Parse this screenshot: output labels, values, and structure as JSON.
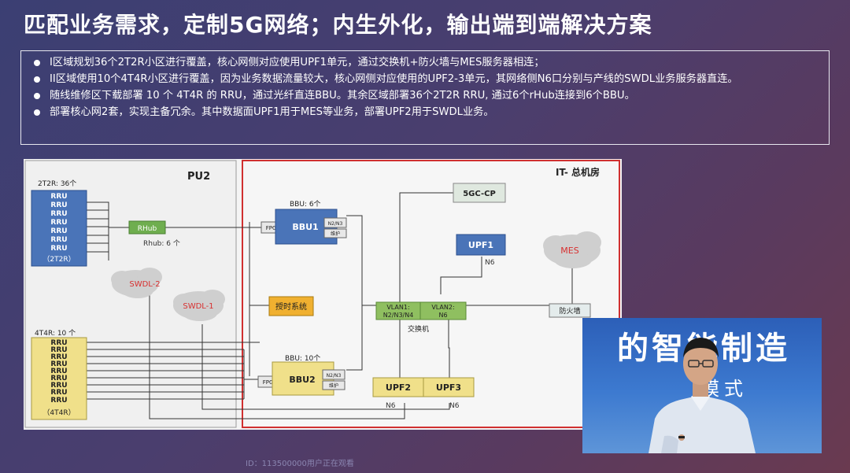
{
  "title": "匹配业务需求，定制5G网络；内生外化，输出端到端解决方案",
  "bullets": [
    "I区域规划36个2T2R小区进行覆盖，核心网侧对应使用UPF1单元，通过交换机+防火墙与MES服务器相连；",
    "II区域使用10个4T4R小区进行覆盖，因为业务数据流量较大，核心网侧对应使用的UPF2-3单元，其网络侧N6口分别与产线的SWDL业务服务器直连。",
    "随线维修区下载部署 10 个 4T4R 的 RRU，通过光纤直连BBU。其余区域部署36个2T2R RRU, 通过6个rHub连接到6个BBU。",
    "部署核心网2套，实现主备冗余。其中数据面UPF1用于MES等业务，部署UPF2用于SWDL业务。"
  ],
  "diagram": {
    "pu2_label": "PU2",
    "it_label": "IT- 总机房",
    "rru_2t2r_header": "2T2R: 36个",
    "rru_2t2r_items": [
      "RRU",
      "RRU",
      "RRU",
      "RRU",
      "RRU",
      "RRU",
      "RRU"
    ],
    "rru_2t2r_footer": "（2T2R）",
    "rru_4t4r_header": "4T4R: 10 个",
    "rru_4t4r_items": [
      "RRU",
      "RRU",
      "RRU",
      "RRU",
      "RRU",
      "RRU",
      "RRU",
      "RRU",
      "RRU"
    ],
    "rru_4t4r_footer": "（4T4R）",
    "rhub_label": "RHub",
    "rhub_count": "Rhub: 6 个",
    "swdl2": "SWDL-2",
    "swdl1": "SWDL-1",
    "bbu1_count": "BBU: 6个",
    "bbu1_label": "BBU1",
    "bbu1_fpga": "FPGA",
    "bbu1_n2n3": "N2/N3",
    "bbu1_maint": "维护",
    "timing": "授时系统",
    "bbu2_count": "BBU: 10个",
    "bbu2_label": "BBU2",
    "bbu2_fpga": "FPGA",
    "bbu2_n2n3": "N2/N3",
    "bbu2_maint": "维护",
    "core_cp": "5GC-CP",
    "upf1": "UPF1",
    "upf1_n6": "N6",
    "mes": "MES",
    "vlan1": "VLAN1:",
    "vlan1_sub": "N2/N3/N4",
    "vlan2": "VLAN2:",
    "vlan2_sub": "N6",
    "switch_label": "交换机",
    "firewall": "防火墙",
    "upf2": "UPF2",
    "upf3": "UPF3",
    "upf2_n6": "N6",
    "upf3_n6": "N6"
  },
  "video": {
    "bg_line1": "的智能制造",
    "bg_line2": "模式"
  },
  "watermark": "ID：113500000用户正在观看",
  "colors": {
    "rru_2t2r": "#4a74b8",
    "rru_4t4r": "#f0e08a",
    "rhub": "#6fae4f",
    "bbu1": "#4a74b8",
    "bbu2": "#f0e08a",
    "timing": "#f0b030",
    "upf_blue": "#4a74b8",
    "upf_yellow": "#f0e08a",
    "switch_green": "#8fbf60",
    "it_border": "#d03030",
    "mes_text": "#d83030",
    "swdl_text": "#d83030"
  }
}
